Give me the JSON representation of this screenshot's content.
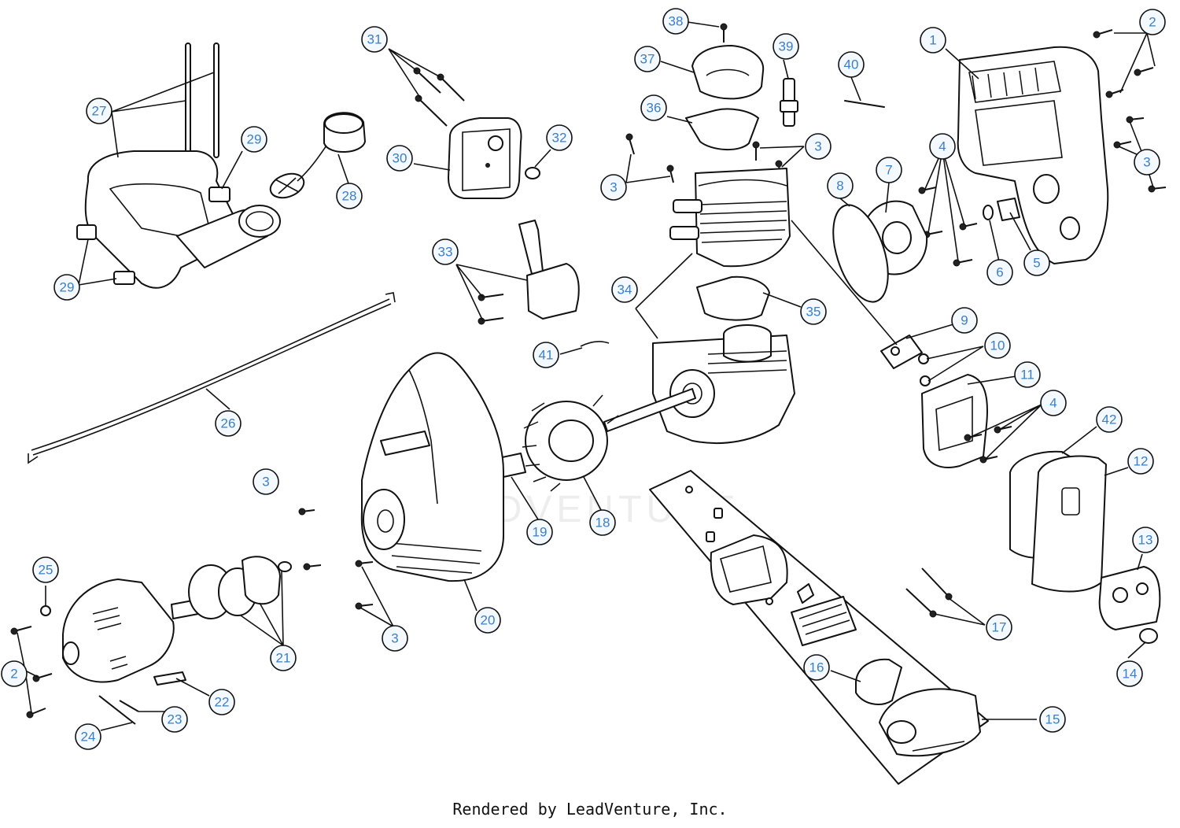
{
  "footer": "Rendered by LeadVenture, Inc.",
  "watermark": "LEADVENTURE",
  "callouts": [
    {
      "label": "1"
    },
    {
      "label": "2"
    },
    {
      "label": "3"
    },
    {
      "label": "3"
    },
    {
      "label": "3"
    },
    {
      "label": "4"
    },
    {
      "label": "5"
    },
    {
      "label": "6"
    },
    {
      "label": "7"
    },
    {
      "label": "8"
    },
    {
      "label": "9"
    },
    {
      "label": "10"
    },
    {
      "label": "11"
    },
    {
      "label": "4"
    },
    {
      "label": "42"
    },
    {
      "label": "12"
    },
    {
      "label": "13"
    },
    {
      "label": "14"
    },
    {
      "label": "17"
    },
    {
      "label": "15"
    },
    {
      "label": "16"
    },
    {
      "label": "20"
    },
    {
      "label": "3"
    },
    {
      "label": "3"
    },
    {
      "label": "19"
    },
    {
      "label": "18"
    },
    {
      "label": "21"
    },
    {
      "label": "22"
    },
    {
      "label": "23"
    },
    {
      "label": "24"
    },
    {
      "label": "2"
    },
    {
      "label": "25"
    },
    {
      "label": "26"
    },
    {
      "label": "41"
    },
    {
      "label": "34"
    },
    {
      "label": "35"
    },
    {
      "label": "33"
    },
    {
      "label": "31"
    },
    {
      "label": "30"
    },
    {
      "label": "32"
    },
    {
      "label": "27"
    },
    {
      "label": "29"
    },
    {
      "label": "29"
    },
    {
      "label": "28"
    },
    {
      "label": "38"
    },
    {
      "label": "37"
    },
    {
      "label": "39"
    },
    {
      "label": "40"
    },
    {
      "label": "36"
    },
    {
      "label": "3"
    },
    {
      "label": "3"
    }
  ]
}
